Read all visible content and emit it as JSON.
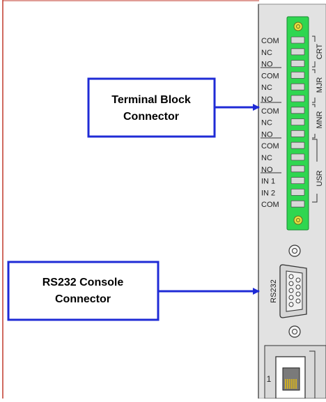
{
  "callouts": {
    "terminal_block": {
      "line1": "Terminal Block",
      "line2": "Connector"
    },
    "rs232_console": {
      "line1": "RS232 Console",
      "line2": "Connector"
    }
  },
  "terminal_pins": [
    "COM",
    "NC",
    "NO",
    "COM",
    "NC",
    "NO",
    "COM",
    "NC",
    "NO",
    "COM",
    "NC",
    "NO",
    "IN 1",
    "IN 2",
    "COM"
  ],
  "groups": {
    "crt": "CRT",
    "mjr": "MJR",
    "mnr": "MNR",
    "usr": "USR"
  },
  "rs232_port_label": "RS232",
  "ethernet_port_label": "1",
  "colors": {
    "page_border": "#c0392b",
    "panel": "#e2e2e2",
    "panel_edge": "#8c8c8c",
    "connector_green": "#2fd650",
    "callout_border": "#1f2bd6",
    "arrow": "#1f2bd6"
  }
}
